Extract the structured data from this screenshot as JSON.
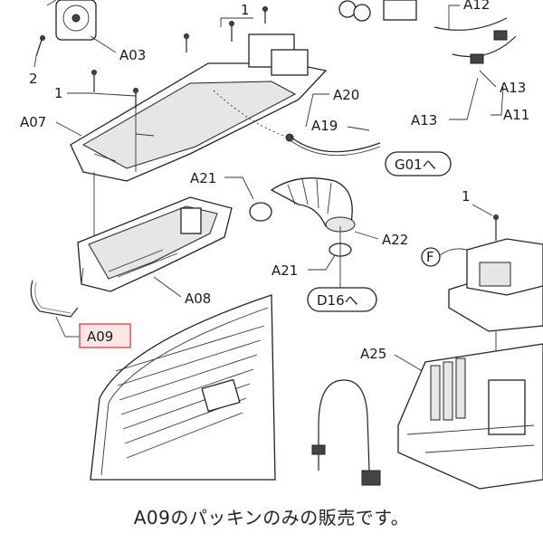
{
  "labels": {
    "a03": "A03",
    "a07": "A07",
    "a08": "A08",
    "a09": "A09",
    "a12": "A12",
    "a13_right": "A13",
    "a13": "A13",
    "a11": "A11",
    "a19": "A19",
    "a20": "A20",
    "a21_top": "A21",
    "a21_bottom": "A21",
    "a22": "A22",
    "a25": "A25",
    "g01": "G01へ",
    "d16": "D16へ",
    "f": "F",
    "one_a": "1",
    "one_b": "1",
    "one_c": "1",
    "two": "2"
  },
  "highlight": {
    "part": "A09",
    "color": "#e05050",
    "fill": "#fde6e6"
  },
  "caption": "A09のパッキンのみの販売です。"
}
